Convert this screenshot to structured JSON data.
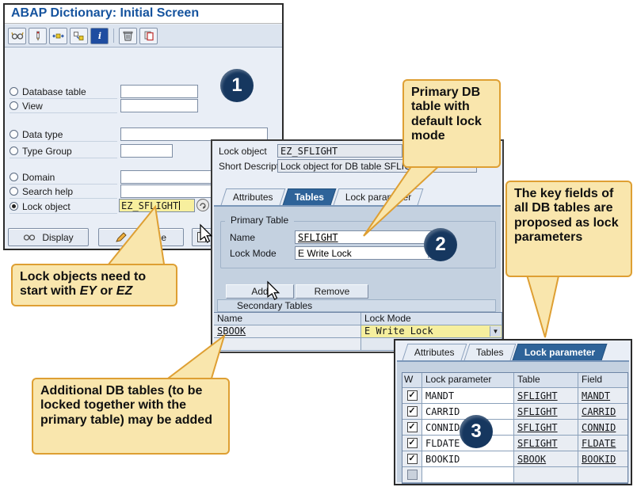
{
  "glyphs": {
    "check": "✓",
    "dropdown": "▼"
  },
  "window1": {
    "title": "ABAP Dictionary: Initial Screen",
    "toolbar_icons": [
      "display-change",
      "pencil",
      "transport",
      "copy-object",
      "info",
      "delete",
      "copy"
    ],
    "fields": [
      {
        "label": "Database table",
        "value": ""
      },
      {
        "label": "View",
        "value": ""
      },
      {
        "label": "Data type",
        "value": ""
      },
      {
        "label": "Type Group",
        "value": ""
      },
      {
        "label": "Domain",
        "value": ""
      },
      {
        "label": "Search help",
        "value": ""
      },
      {
        "label": "Lock object",
        "value": "EZ_SFLIGHT"
      }
    ],
    "buttons": {
      "display": "Display",
      "change": "Change"
    }
  },
  "window2": {
    "header_rows": [
      {
        "label": "Lock object",
        "value": "EZ_SFLIGHT"
      },
      {
        "label": "Short Description",
        "value": "Lock object for DB table SFLIGHT"
      }
    ],
    "tabs": [
      {
        "label": "Attributes"
      },
      {
        "label": "Tables"
      },
      {
        "label": "Lock parameter"
      }
    ],
    "active_tab": "Tables",
    "primary_group": {
      "title": "Primary Table",
      "name_label": "Name",
      "name_value": "SFLIGHT",
      "lock_mode_label": "Lock Mode",
      "lock_mode_value": "E Write Lock"
    },
    "buttons": {
      "add": "Add",
      "remove": "Remove"
    },
    "secondary": {
      "title": "Secondary Tables",
      "columns": [
        "Name",
        "Lock Mode"
      ],
      "row": {
        "name": "SBOOK",
        "lock_mode": "E Write Lock"
      }
    }
  },
  "window3": {
    "tabs": [
      {
        "label": "Attributes"
      },
      {
        "label": "Tables"
      },
      {
        "label": "Lock parameter"
      }
    ],
    "active_tab": "Lock parameter",
    "table": {
      "columns": [
        "W",
        "Lock parameter",
        "Table",
        "Field"
      ],
      "rows": [
        {
          "checked": true,
          "param": "MANDT",
          "table": "SFLIGHT",
          "field": "MANDT"
        },
        {
          "checked": true,
          "param": "CARRID",
          "table": "SFLIGHT",
          "field": "CARRID"
        },
        {
          "checked": true,
          "param": "CONNID",
          "table": "SFLIGHT",
          "field": "CONNID"
        },
        {
          "checked": true,
          "param": "FLDATE",
          "table": "SFLIGHT",
          "field": "FLDATE"
        },
        {
          "checked": true,
          "param": "BOOKID",
          "table": "SBOOK",
          "field": "BOOKID"
        }
      ]
    }
  },
  "callouts": {
    "primary_db": "Primary DB table with default lock mode",
    "key_fields": "The key fields of all DB tables are proposed as lock parameters",
    "lock_objects": {
      "pre": "Lock objects need to start with ",
      "em1": "EY",
      "mid": " or ",
      "em2": "EZ"
    },
    "additional": "Additional DB tables (to be locked together with the primary table) may be added"
  },
  "badges": {
    "one": "1",
    "two": "2",
    "three": "3"
  }
}
